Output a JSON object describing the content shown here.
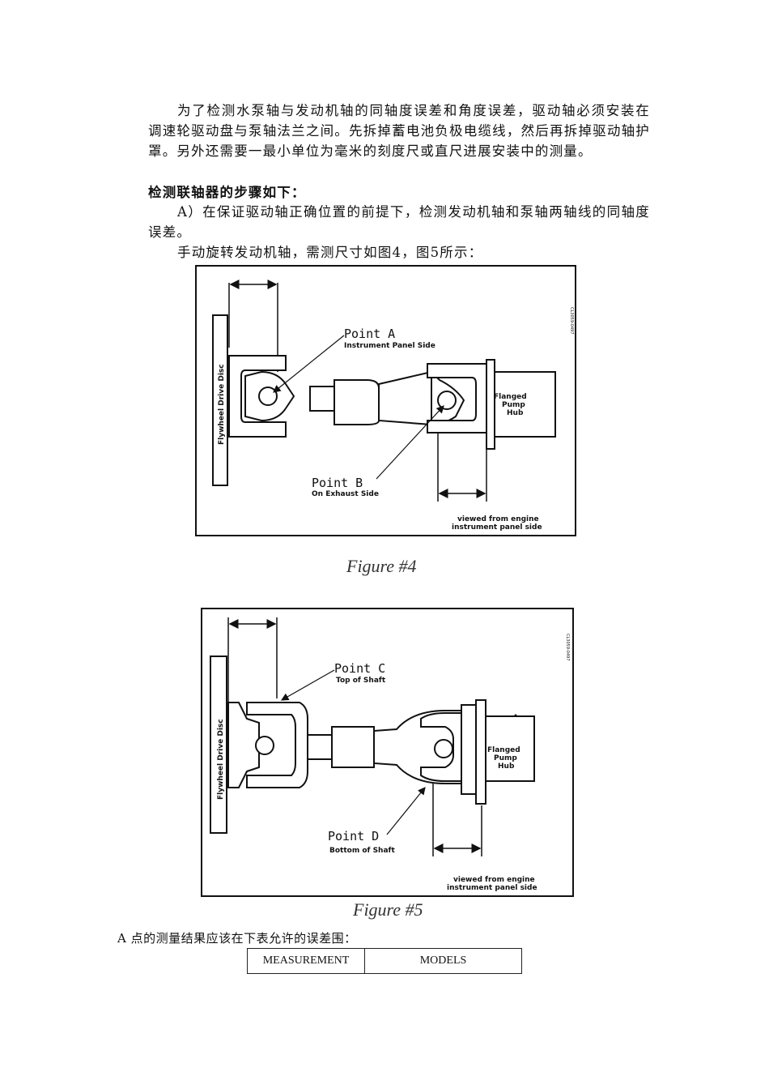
{
  "paragraphs": {
    "p1": "为了检测水泵轴与发动机轴的同轴度误差和角度误差，驱动轴必须安装在调速轮驱动盘与泵轴法兰之间。先拆掉蓄电池负极电缆线，然后再拆掉驱动轴护罩。另外还需要一最小单位为毫米的刻度尺或直尺进展安装中的测量。",
    "heading": "检测联轴器的步骤如下：",
    "p2": "A）在保证驱动轴正确位置的前提下，检测发动机轴和泵轴两轴线的同轴度误差。",
    "p3": "手动旋转发动机轴，需测尺寸如图4，图5所示："
  },
  "figure4": {
    "caption": "Figure #4",
    "disc_label": "Flywheel Drive Disc",
    "point_a_title": "Point A",
    "point_a_sub": "Instrument Panel Side",
    "point_b_title": "Point B",
    "point_b_sub": "On Exhaust Side",
    "hub_line1": "Flanged",
    "hub_line2": "Pump",
    "hub_line3": "Hub",
    "viewed_line1": "viewed from engine",
    "viewed_line2": "instrument panel side",
    "code": "CL3059-0497"
  },
  "figure5": {
    "caption": "Figure #5",
    "disc_label": "Flywheel Drive Disc",
    "point_c_title": "Point C",
    "point_c_sub": "Top of Shaft",
    "point_d_title": "Point D",
    "point_d_sub": "Bottom of Shaft",
    "hub_line1": "Flanged",
    "hub_line2": "Pump",
    "hub_line3": "Hub",
    "viewed_line1": "viewed from engine",
    "viewed_line2": "instrument panel side",
    "code": "CL3059-0497"
  },
  "note": "A 点的测量结果应该在下表允许的误差围：",
  "table": {
    "headers": [
      "MEASUREMENT",
      "MODELS"
    ]
  }
}
